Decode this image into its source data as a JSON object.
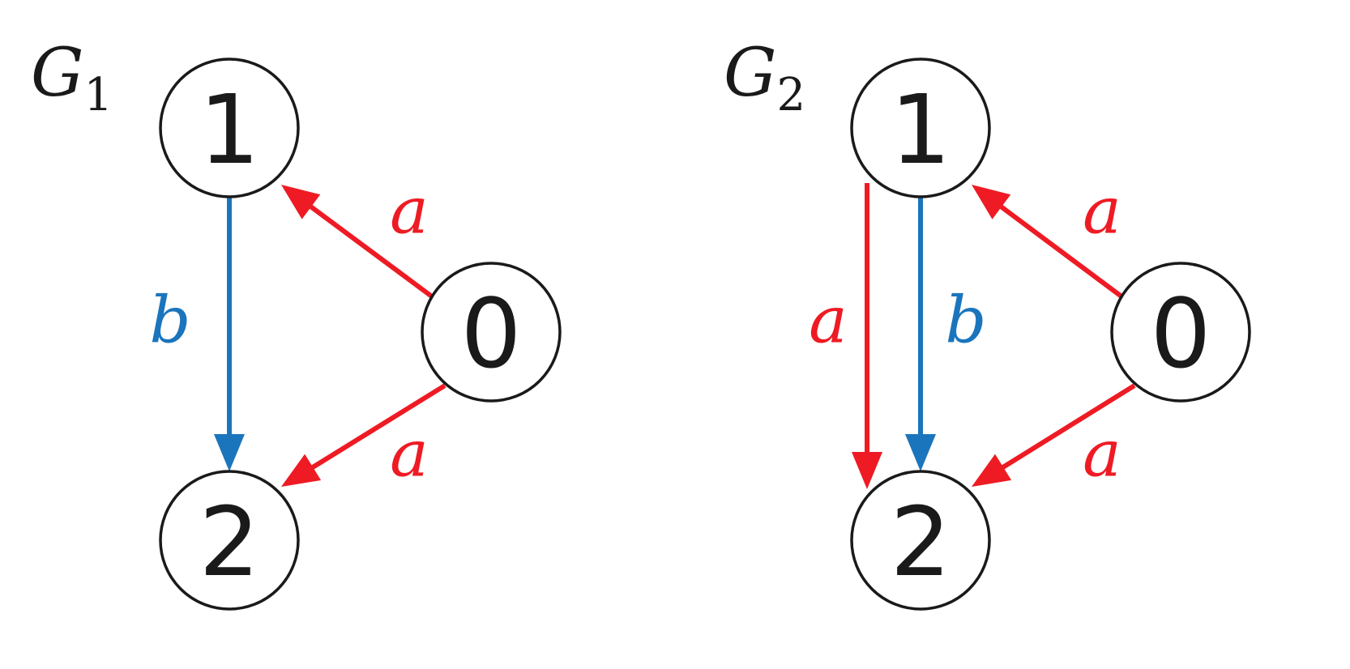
{
  "colors": {
    "red": "#ee1b24",
    "blue": "#1b75bc"
  },
  "graphs": [
    {
      "name": "G",
      "subscript": "1",
      "nodes": [
        {
          "id": "1",
          "label": "1"
        },
        {
          "id": "2",
          "label": "2"
        },
        {
          "id": "0",
          "label": "0"
        }
      ],
      "edges": [
        {
          "from": "0",
          "to": "1",
          "label": "a",
          "color": "red"
        },
        {
          "from": "0",
          "to": "2",
          "label": "a",
          "color": "red"
        },
        {
          "from": "1",
          "to": "2",
          "label": "b",
          "color": "blue"
        }
      ]
    },
    {
      "name": "G",
      "subscript": "2",
      "nodes": [
        {
          "id": "1",
          "label": "1"
        },
        {
          "id": "2",
          "label": "2"
        },
        {
          "id": "0",
          "label": "0"
        }
      ],
      "edges": [
        {
          "from": "0",
          "to": "1",
          "label": "a",
          "color": "red"
        },
        {
          "from": "0",
          "to": "2",
          "label": "a",
          "color": "red"
        },
        {
          "from": "1",
          "to": "2",
          "label": "a",
          "color": "red"
        },
        {
          "from": "1",
          "to": "2",
          "label": "b",
          "color": "blue"
        }
      ]
    }
  ]
}
